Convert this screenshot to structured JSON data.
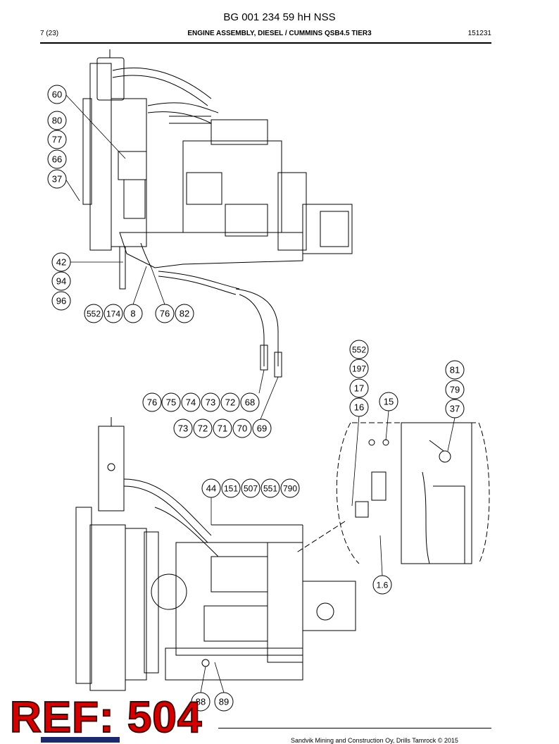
{
  "header": {
    "doc_title": "BG 001 234 59 hH NSS",
    "page": "7 (23)",
    "section": "ENGINE ASSEMBLY, DIESEL / CUMMINS QSB4.5 TIER3",
    "date_code": "151231"
  },
  "top_view_labels": [
    "60",
    "80",
    "77",
    "66",
    "37",
    "42",
    "94",
    "96",
    "552",
    "174",
    "8",
    "76",
    "82"
  ],
  "mid_labels_row1": [
    "76",
    "75",
    "74",
    "73",
    "72",
    "68"
  ],
  "mid_labels_row2": [
    "73",
    "72",
    "71",
    "70",
    "69"
  ],
  "detail_labels_left": [
    "552",
    "197",
    "17",
    "16"
  ],
  "detail_labels_mid": [
    "15"
  ],
  "detail_labels_right": [
    "81",
    "79",
    "37"
  ],
  "bottom_view_labels": [
    "44",
    "151",
    "507",
    "551",
    "790"
  ],
  "detail_ref": "1.6",
  "bottom_callouts": [
    "88",
    "89"
  ],
  "watermark": "REF: 504",
  "footer": {
    "copyright": "Sandvik Mining and Construction Oy, Drills Tamrock © 2015"
  }
}
